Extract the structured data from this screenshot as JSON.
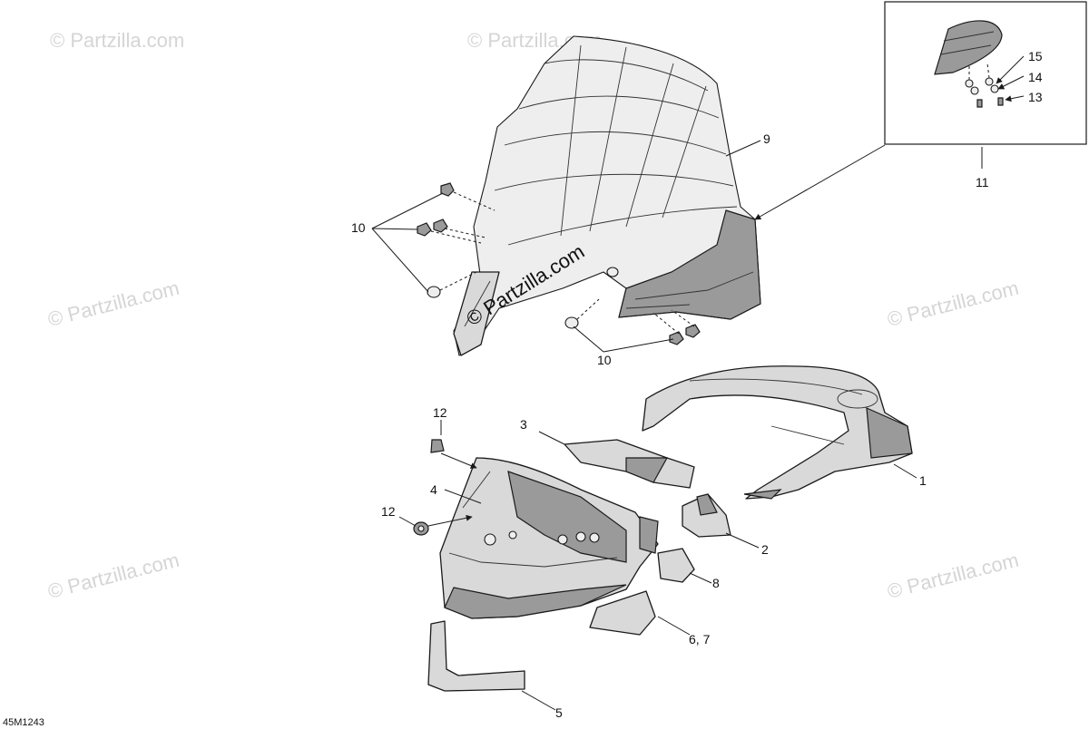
{
  "diagram": {
    "reference_code": "45M1243",
    "watermark_text": "© Partzilla.com",
    "callouts": {
      "c1": "1",
      "c2": "2",
      "c3": "3",
      "c4": "4",
      "c5": "5",
      "c67": "6, 7",
      "c8": "8",
      "c9": "9",
      "c10a": "10",
      "c10b": "10",
      "c11": "11",
      "c12a": "12",
      "c12b": "12",
      "c13": "13",
      "c14": "14",
      "c15": "15"
    }
  }
}
